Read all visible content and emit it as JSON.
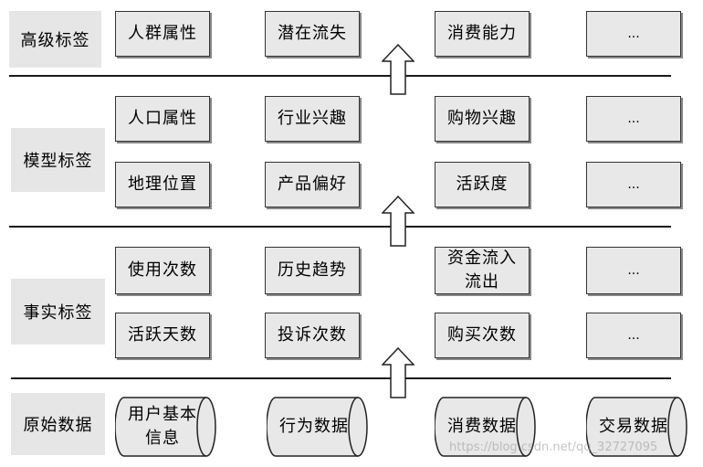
{
  "layers": [
    {
      "label": "高级标签",
      "rows": [
        [
          "人群属性",
          "潜在流失",
          "消费能力",
          "..."
        ]
      ]
    },
    {
      "label": "模型标签",
      "rows": [
        [
          "人口属性",
          "行业兴趣",
          "购物兴趣",
          "..."
        ],
        [
          "地理位置",
          "产品偏好",
          "活跃度",
          "..."
        ]
      ]
    },
    {
      "label": "事实标签",
      "rows": [
        [
          "使用次数",
          "历史趋势",
          "资金流入\n流出",
          "..."
        ],
        [
          "活跃天数",
          "投诉次数",
          "购买次数",
          "..."
        ]
      ]
    },
    {
      "label": "原始数据",
      "rows": [
        [
          "用户基本\n信息",
          "行为数据",
          "消费数据",
          "交易数据"
        ]
      ]
    }
  ],
  "watermark": "https://blog.csdn.net/qq_32727095"
}
